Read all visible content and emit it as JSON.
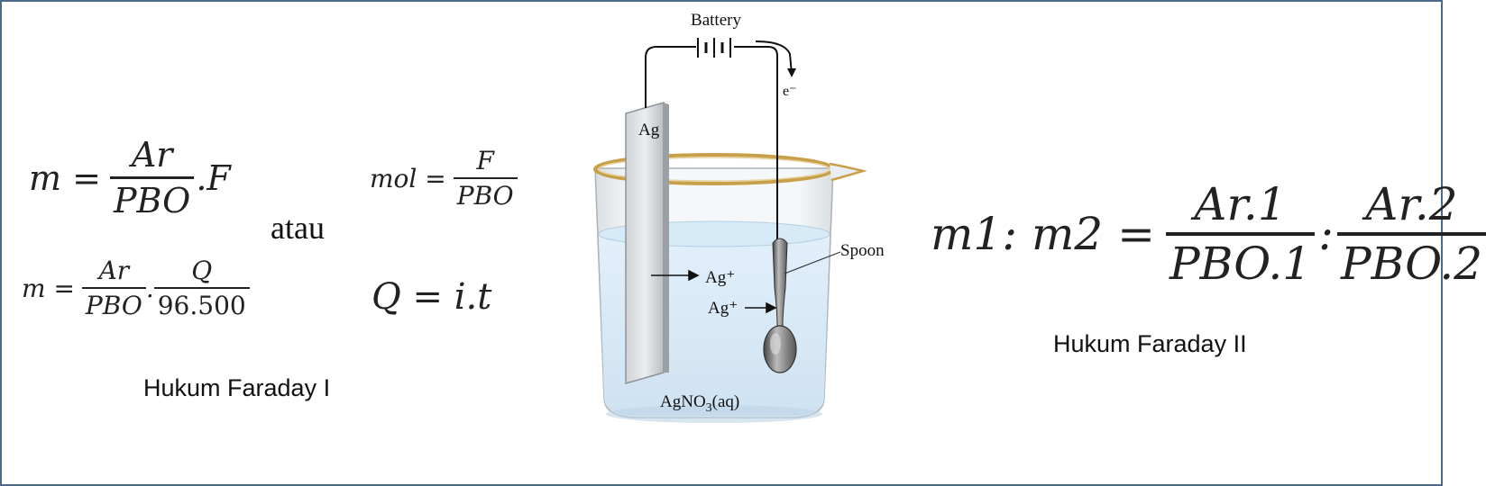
{
  "faraday1": {
    "eq1": {
      "lhs": "m =",
      "num": "Ar",
      "den": "PBO",
      "tail": ".F"
    },
    "eq2": {
      "lhs": "m =",
      "num1": "Ar",
      "den1": "PBO",
      "dot": ".",
      "num2": "Q",
      "den2": "96.500"
    },
    "or_label": "atau",
    "eq3": {
      "lhs": "mol =",
      "num": "F",
      "den": "PBO"
    },
    "eq4": "Q = i.t",
    "caption": "Hukum Faraday I"
  },
  "diagram": {
    "battery_label": "Battery",
    "electron_label": "e⁻",
    "anode_label": "Ag",
    "ion_label_1": "Ag⁺",
    "ion_label_2": "Ag⁺",
    "spoon_label": "Spoon",
    "solution_main": "AgNO",
    "solution_sub": "3",
    "solution_tail": "(aq)"
  },
  "faraday2": {
    "lhs": "m1: m2 =",
    "num1": "Ar.1",
    "den1": "PBO.1",
    "colon": ":",
    "num2": "Ar.2",
    "den2": "PBO.2",
    "caption": "Hukum Faraday II"
  },
  "colors": {
    "border": "#4a6a8a",
    "solution": "#dceefc",
    "glass": "#eef2f4",
    "rim": "#c9a04a"
  }
}
